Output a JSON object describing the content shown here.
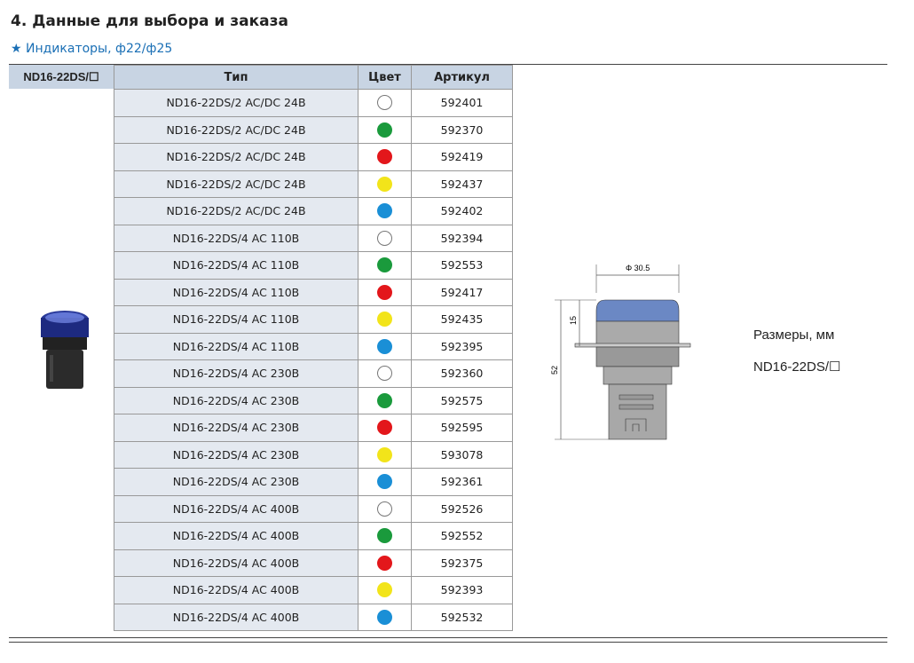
{
  "title": "4. Данные для выбора и заказа",
  "subtitle": "★ Индикаторы,  ф22/ф25",
  "model_header": "ND16-22DS/☐",
  "columns": {
    "type": "Тип",
    "color": "Цвет",
    "article": "Артикул"
  },
  "colors": {
    "white": "#ffffff",
    "green": "#1a9a3c",
    "red": "#e3171b",
    "yellow": "#f2e41a",
    "blue": "#1a8fd6"
  },
  "rows": [
    {
      "type": "ND16-22DS/2  AC/DC 24В",
      "color": "white",
      "article": "592401"
    },
    {
      "type": "ND16-22DS/2  AC/DC 24В",
      "color": "green",
      "article": "592370"
    },
    {
      "type": "ND16-22DS/2  AC/DC 24В",
      "color": "red",
      "article": "592419"
    },
    {
      "type": "ND16-22DS/2  AC/DC 24В",
      "color": "yellow",
      "article": "592437"
    },
    {
      "type": "ND16-22DS/2  AC/DC 24В",
      "color": "blue",
      "article": "592402"
    },
    {
      "type": "ND16-22DS/4  AC 110В",
      "color": "white",
      "article": "592394"
    },
    {
      "type": "ND16-22DS/4  AC 110В",
      "color": "green",
      "article": "592553"
    },
    {
      "type": "ND16-22DS/4  AC 110В",
      "color": "red",
      "article": "592417"
    },
    {
      "type": "ND16-22DS/4  AC 110В",
      "color": "yellow",
      "article": "592435"
    },
    {
      "type": "ND16-22DS/4  AC 110В",
      "color": "blue",
      "article": "592395"
    },
    {
      "type": "ND16-22DS/4  AC 230В",
      "color": "white",
      "article": "592360"
    },
    {
      "type": "ND16-22DS/4  AC 230В",
      "color": "green",
      "article": "592575"
    },
    {
      "type": "ND16-22DS/4  AC 230В",
      "color": "red",
      "article": "592595"
    },
    {
      "type": "ND16-22DS/4  AC 230В",
      "color": "yellow",
      "article": "593078"
    },
    {
      "type": "ND16-22DS/4  AC 230В",
      "color": "blue",
      "article": "592361"
    },
    {
      "type": "ND16-22DS/4  AC 400В",
      "color": "white",
      "article": "592526"
    },
    {
      "type": "ND16-22DS/4  AC 400В",
      "color": "green",
      "article": "592552"
    },
    {
      "type": "ND16-22DS/4  AC 400В",
      "color": "red",
      "article": "592375"
    },
    {
      "type": "ND16-22DS/4  AC 400В",
      "color": "yellow",
      "article": "592393"
    },
    {
      "type": "ND16-22DS/4  AC 400В",
      "color": "blue",
      "article": "592532"
    }
  ],
  "drawing": {
    "diameter": "Φ 30.5",
    "height_top": "15",
    "height_total": "52",
    "caption": "Размеры, мм",
    "model": "ND16-22DS/☐"
  }
}
